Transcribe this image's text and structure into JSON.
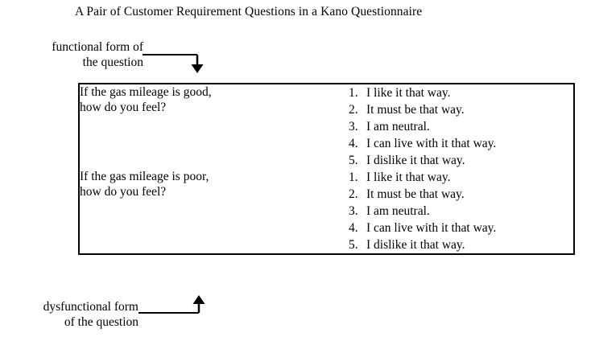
{
  "title": "A Pair of Customer Requirement Questions in a Kano Questionnaire",
  "annotations": {
    "functional": {
      "line1": "functional form of",
      "line2": "the question",
      "arrow": "arrow-down-icon"
    },
    "dysfunctional": {
      "line1": "dysfunctional form",
      "line2": "of the question",
      "arrow": "arrow-up-icon"
    }
  },
  "table": {
    "rows": [
      {
        "form": "functional",
        "question_line1": "If the gas mileage is good,",
        "question_line2": "how do you feel?",
        "answers": [
          {
            "num": "1.",
            "text": "I like it that way."
          },
          {
            "num": "2.",
            "text": "It must be that way."
          },
          {
            "num": "3.",
            "text": "I am neutral."
          },
          {
            "num": "4.",
            "text": "I can live with it that way."
          },
          {
            "num": "5.",
            "text": "I dislike it that way."
          }
        ]
      },
      {
        "form": "dysfunctional",
        "question_line1": "If the gas mileage is poor,",
        "question_line2": "how do you feel?",
        "answers": [
          {
            "num": "1.",
            "text": "I like it that way."
          },
          {
            "num": "2.",
            "text": "It must be that way."
          },
          {
            "num": "3.",
            "text": "I am neutral."
          },
          {
            "num": "4.",
            "text": "I can live with it that way."
          },
          {
            "num": "5.",
            "text": "I dislike it that way."
          }
        ]
      }
    ]
  },
  "colors": {
    "background": "#ffffff",
    "ink": "#000000",
    "border": "#000000"
  }
}
